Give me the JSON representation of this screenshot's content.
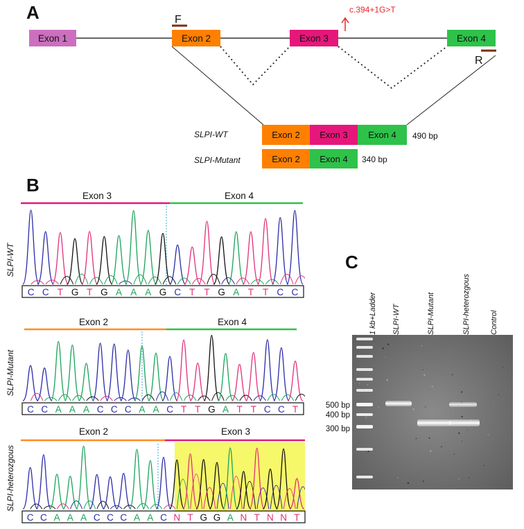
{
  "panels": {
    "a": "A",
    "b": "B",
    "c": "C"
  },
  "colors": {
    "exon1": "#cc6fbf",
    "exon2": "#ff8000",
    "exon3": "#e6177a",
    "exon4": "#2ec24a",
    "mutation": "#e8262b",
    "primer": "#7a2e0e",
    "highlight": "#f7f76a",
    "base_A": "#1aa35a",
    "base_C": "#2a2aa8",
    "base_G": "#111111",
    "base_T": "#e0307a",
    "base_N": "#e0307a"
  },
  "gene": {
    "exons": [
      "Exon 1",
      "Exon 2",
      "Exon 3",
      "Exon 4"
    ],
    "mutation": "c.394+1G>T",
    "primer_forward": "F",
    "primer_reverse": "R"
  },
  "transcripts": {
    "wt_label": "SLPI-WT",
    "wt_segments": [
      "Exon 2",
      "Exon 3",
      "Exon 4"
    ],
    "wt_size": "490 bp",
    "mutant_label": "SLPI-Mutant",
    "mutant_segments": [
      "Exon 2",
      "Exon 4"
    ],
    "mutant_size": "340 bp"
  },
  "chromatograms": [
    {
      "label": "SLPI-WT",
      "left": "Exon 3",
      "right": "Exon 4",
      "bases": "CCTGTGAAAGCTTGATTCC"
    },
    {
      "label": "SLPI-Mutant",
      "left": "Exon 2",
      "right": "Exon 4",
      "bases": "CCAAACCCAACTTGATTCCT"
    },
    {
      "label": "SLPI-heterozgous",
      "left": "Exon 2",
      "right": "Exon 3",
      "bases": "CCAAACCCAACNTGGANTNNT"
    }
  ],
  "gel": {
    "lanes": [
      "1 kb+Ladder",
      "SLPI-WT",
      "SLPI-Mutant",
      "SLPI-heterozgous",
      "Control"
    ],
    "markers": [
      "500 bp",
      "400 bp",
      "300 bp"
    ]
  }
}
